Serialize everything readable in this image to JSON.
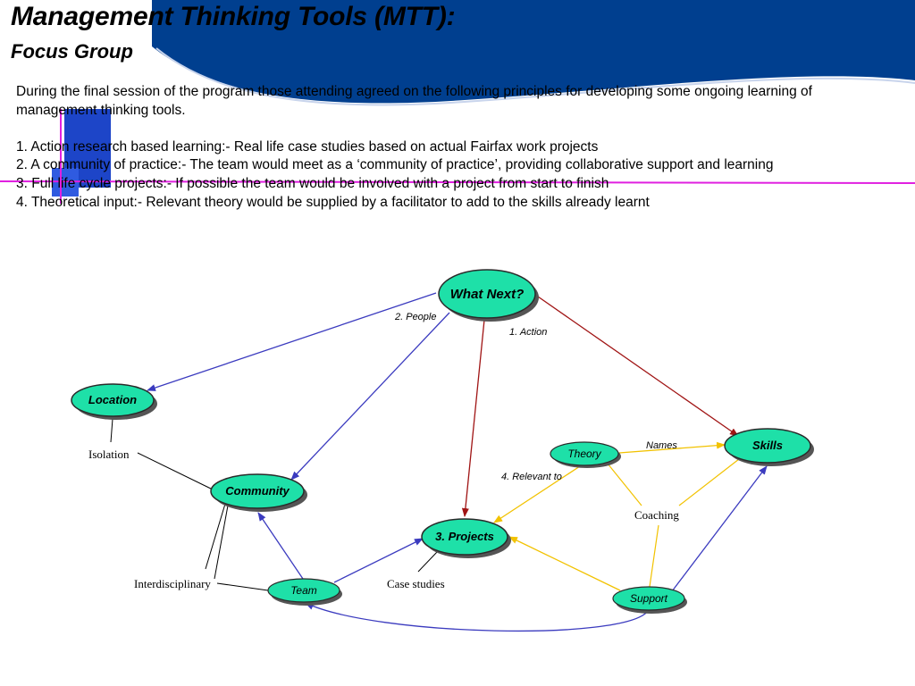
{
  "slide": {
    "title": "Management Thinking Tools (MTT):",
    "subtitle": "Focus Group",
    "intro": "During the final session of the program those attending agreed on the following principles for developing some ongoing learning of management thinking tools.",
    "principles": [
      "1.  Action research based learning:- Real life case studies based on actual Fairfax work projects",
      "2.  A community of practice:- The team would meet as a ‘community of practice’, providing collaborative support and learning",
      "3.  Full life cycle projects:- If possible the team would be involved with a project from start to finish",
      "4.  Theoretical input:- Relevant theory would be supplied by a facilitator to add to the skills already learnt"
    ]
  },
  "colors": {
    "banner": "#003f8f",
    "node_fill": "#1ee0a8",
    "edge_blue": "#3b3bbf",
    "edge_red": "#a01414",
    "edge_yellow": "#f2c200",
    "accent_magenta": "#e020e0"
  },
  "diagram": {
    "nodes": {
      "what_next": "What Next?",
      "location": "Location",
      "community": "Community",
      "projects": "3. Projects",
      "skills": "Skills",
      "theory": "Theory",
      "team": "Team",
      "support": "Support"
    },
    "edge_labels": {
      "people": "2. People",
      "action": "1. Action",
      "names": "Names",
      "relevant_to": "4. Relevant to"
    },
    "plain_labels": {
      "isolation": "Isolation",
      "coaching": "Coaching",
      "interdisciplinary": "Interdisciplinary",
      "case_studies": "Case studies"
    }
  }
}
